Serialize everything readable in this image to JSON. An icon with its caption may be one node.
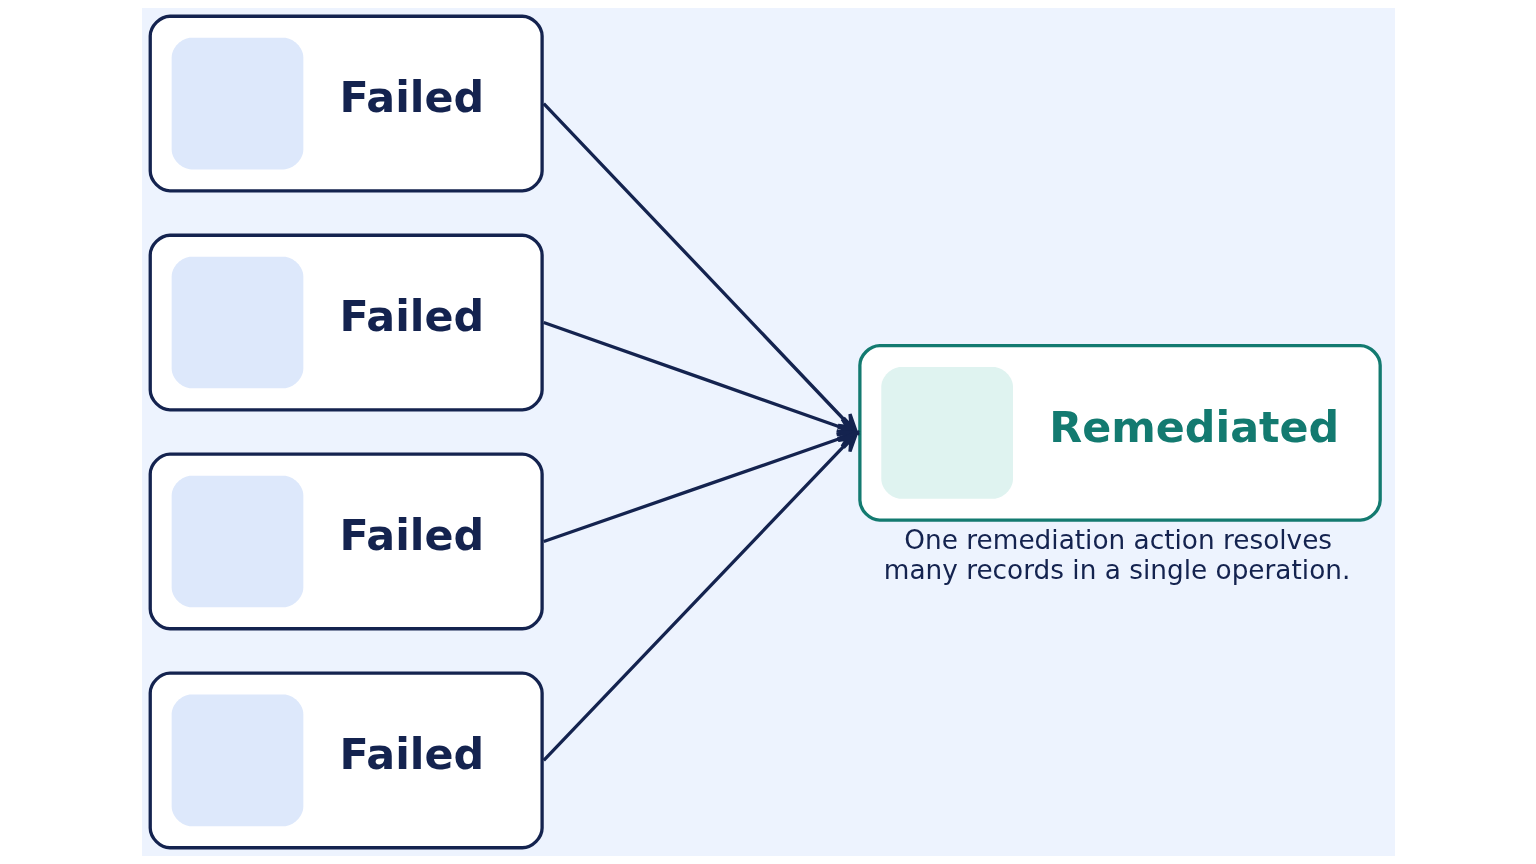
{
  "diagram": {
    "nodes": [
      {
        "text": [
          "Failed"
        ]
      },
      {
        "text": [
          "Failed"
        ]
      },
      {
        "text": [
          "Failed"
        ]
      },
      {
        "text": [
          "Failed"
        ]
      },
      {
        "text": [
          "Remediated"
        ],
        "beside": [
          "One remediation action resolves many records in a single operation."
        ]
      }
    ],
    "edges": [
      {
        "from": 0,
        "to": 4,
        "arrow": "to"
      },
      {
        "from": 1,
        "to": 4,
        "arrow": "to"
      },
      {
        "from": 2,
        "to": 4,
        "arrow": "to"
      },
      {
        "from": 3,
        "to": 4,
        "arrow": "to"
      }
    ]
  }
}
